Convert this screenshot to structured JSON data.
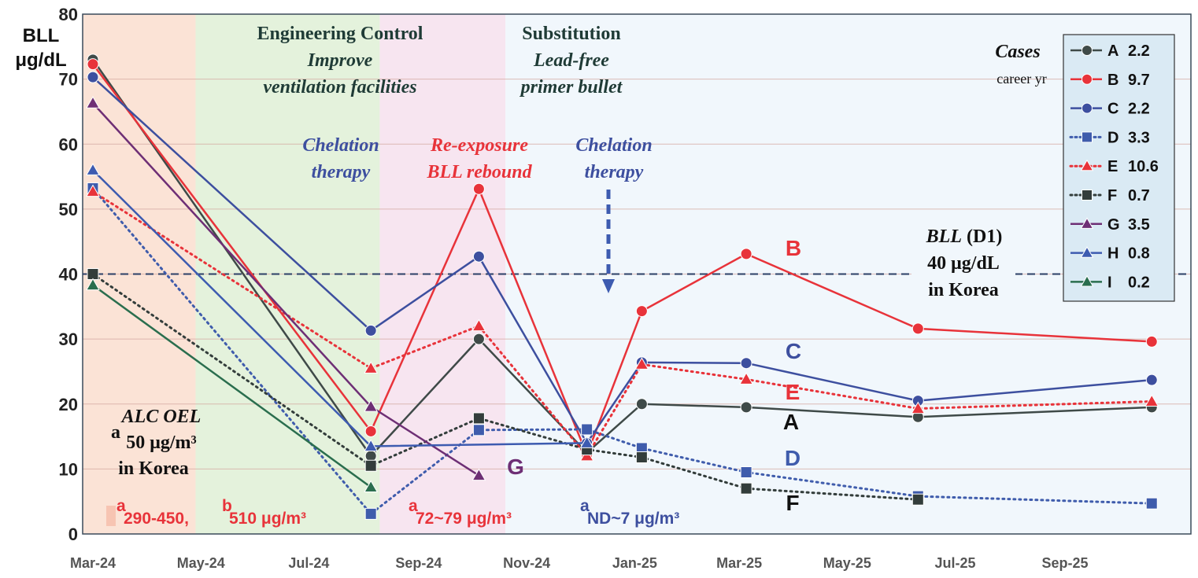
{
  "chart_data": {
    "type": "line",
    "ylabel": [
      "BLL",
      "μg/dL"
    ],
    "ylim": [
      0,
      80
    ],
    "yticks": [
      "0",
      "10",
      "20",
      "30",
      "40",
      "50",
      "60",
      "70",
      "80"
    ],
    "xticks": [
      "Mar-24",
      "May-24",
      "Jul-24",
      "Sep-24",
      "Nov-24",
      "Jan-25",
      "Mar-25",
      "May-25",
      "Jul-25",
      "Sep-25"
    ],
    "x_tick_dates": [
      "2024-03-01",
      "2024-05-01",
      "2024-07-01",
      "2024-09-01",
      "2024-11-01",
      "2025-01-01",
      "2025-03-01",
      "2025-05-01",
      "2025-07-01",
      "2025-09-01"
    ],
    "grid": true,
    "reference_line": {
      "value": 40,
      "label": [
        "BLL (D1)",
        "40 μg/dL",
        "in Korea"
      ]
    },
    "regions": [
      {
        "from": "2024-03-01",
        "to": "2024-04-28",
        "color": "#fbe3d6",
        "header": [],
        "note": [
          "ALC OEL",
          "50 μg/m³",
          "in Korea"
        ],
        "conc": "290-450,  510 μg/m³",
        "conc_sups": [
          "a",
          "b"
        ]
      },
      {
        "from": "2024-04-28",
        "to": "2024-08-10",
        "color": "#e4f2dc",
        "header": [
          "Engineering Control",
          "Improve",
          "ventilation facilities"
        ],
        "note": [
          "Chelation",
          "therapy"
        ],
        "conc": ""
      },
      {
        "from": "2024-08-10",
        "to": "2024-10-20",
        "color": "#f7e5f0",
        "header": [],
        "note": [
          "Re-exposure",
          "BLL rebound"
        ],
        "conc": "72~79 μg/m³",
        "conc_sups": [
          "a"
        ]
      },
      {
        "from": "2024-10-20",
        "to": "2025-10-31",
        "color": "#f1f7fc",
        "header": [
          "Substitution",
          "Lead-free",
          "primer bullet"
        ],
        "note": [
          "Chelation",
          "therapy"
        ],
        "conc": "ND~7 μg/m³",
        "conc_sups": [
          "a"
        ]
      }
    ],
    "legend": {
      "title": "Cases",
      "subtitle": "career yr",
      "position": "top-right"
    },
    "series": [
      {
        "name": "A",
        "career_yr": "2.2",
        "color": "#3f4a48",
        "dash": "solid",
        "marker": "circle",
        "end_label": "A",
        "end_label_color": "#111111",
        "points": [
          [
            "2024-03-01",
            73.0
          ],
          [
            "2024-08-05",
            12.0
          ],
          [
            "2024-10-05",
            30.0
          ],
          [
            "2024-12-05",
            12.5
          ],
          [
            "2025-01-05",
            20.0
          ],
          [
            "2025-03-05",
            19.5
          ],
          [
            "2025-06-10",
            18.0
          ],
          [
            "2025-10-20",
            19.5
          ]
        ]
      },
      {
        "name": "B",
        "career_yr": "9.7",
        "color": "#e8333a",
        "dash": "solid",
        "marker": "circle",
        "end_label": "B",
        "end_label_color": "#e8333a",
        "points": [
          [
            "2024-03-01",
            72.3
          ],
          [
            "2024-08-05",
            15.8
          ],
          [
            "2024-10-05",
            53.1
          ],
          [
            "2024-12-05",
            12.2
          ],
          [
            "2025-01-05",
            34.3
          ],
          [
            "2025-03-05",
            43.1
          ],
          [
            "2025-06-10",
            31.6
          ],
          [
            "2025-10-20",
            29.6
          ]
        ]
      },
      {
        "name": "C",
        "career_yr": "2.2",
        "color": "#3d4f9f",
        "dash": "solid",
        "marker": "circle",
        "end_label": "C",
        "end_label_color": "#3d4f9f",
        "points": [
          [
            "2024-03-01",
            70.3
          ],
          [
            "2024-08-05",
            31.3
          ],
          [
            "2024-10-05",
            42.7
          ],
          [
            "2024-12-05",
            14.0
          ],
          [
            "2025-01-05",
            26.4
          ],
          [
            "2025-03-05",
            26.3
          ],
          [
            "2025-06-10",
            20.5
          ],
          [
            "2025-10-20",
            23.7
          ]
        ]
      },
      {
        "name": "D",
        "career_yr": "3.3",
        "color": "#3f5cac",
        "dash": "dotted",
        "marker": "square",
        "end_label": "D",
        "end_label_color": "#3f5cac",
        "points": [
          [
            "2024-03-01",
            53.2
          ],
          [
            "2024-08-05",
            3.1
          ],
          [
            "2024-10-05",
            16.0
          ],
          [
            "2024-12-05",
            16.1
          ],
          [
            "2025-01-05",
            13.2
          ],
          [
            "2025-03-05",
            9.5
          ],
          [
            "2025-06-10",
            5.8
          ],
          [
            "2025-10-20",
            4.7
          ]
        ]
      },
      {
        "name": "E",
        "career_yr": "10.6",
        "color": "#e8333a",
        "dash": "dotted",
        "marker": "triangle",
        "end_label": "E",
        "end_label_color": "#e8333a",
        "points": [
          [
            "2024-03-01",
            52.7
          ],
          [
            "2024-08-05",
            25.5
          ],
          [
            "2024-10-05",
            32.0
          ],
          [
            "2024-12-05",
            12.0
          ],
          [
            "2025-01-05",
            26.1
          ],
          [
            "2025-03-05",
            23.8
          ],
          [
            "2025-06-10",
            19.3
          ],
          [
            "2025-10-20",
            20.4
          ]
        ]
      },
      {
        "name": "F",
        "career_yr": "0.7",
        "color": "#333d3b",
        "dash": "dotted",
        "marker": "square",
        "end_label": "F",
        "end_label_color": "#111111",
        "points": [
          [
            "2024-03-01",
            40.0
          ],
          [
            "2024-08-05",
            10.5
          ],
          [
            "2024-10-05",
            17.8
          ],
          [
            "2024-12-05",
            13.0
          ],
          [
            "2025-01-05",
            11.8
          ],
          [
            "2025-03-05",
            7.0
          ],
          [
            "2025-06-10",
            5.3
          ]
        ]
      },
      {
        "name": "G",
        "career_yr": "3.5",
        "color": "#6e2f75",
        "dash": "solid",
        "marker": "triangle",
        "end_label": "G",
        "end_label_color": "#6e2f75",
        "points": [
          [
            "2024-03-01",
            66.3
          ],
          [
            "2024-08-05",
            19.6
          ],
          [
            "2024-10-05",
            9.0
          ]
        ]
      },
      {
        "name": "H",
        "career_yr": "0.8",
        "color": "#3d5bb0",
        "dash": "solid",
        "marker": "triangle",
        "end_label": "",
        "points": [
          [
            "2024-03-01",
            56.0
          ],
          [
            "2024-08-05",
            13.5
          ],
          [
            "2024-12-05",
            14.0
          ]
        ]
      },
      {
        "name": "I",
        "career_yr": "0.2",
        "color": "#2a6e4e",
        "dash": "solid",
        "marker": "triangle",
        "end_label": "",
        "points": [
          [
            "2024-03-01",
            38.3
          ],
          [
            "2024-08-05",
            7.2
          ]
        ]
      }
    ]
  }
}
